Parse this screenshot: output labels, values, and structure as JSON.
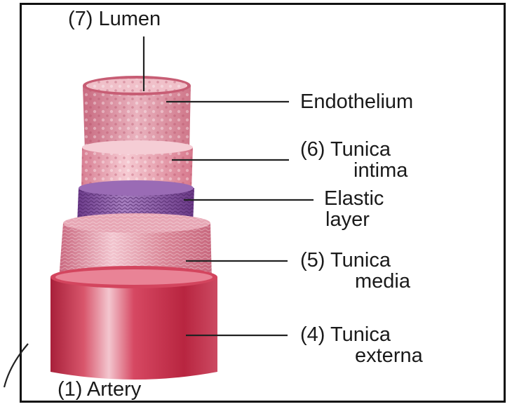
{
  "labels": {
    "lumen": "(7) Lumen",
    "endothelium": "Endothelium",
    "tunica_intima": [
      "(6) Tunica",
      "intima"
    ],
    "elastic_layer": [
      "Elastic",
      "layer"
    ],
    "tunica_media": [
      "(5) Tunica",
      "media"
    ],
    "tunica_externa": [
      "(4) Tunica",
      "externa"
    ],
    "artery": "(1) Artery"
  },
  "colors": {
    "text": "#1a1a1a",
    "leader_line": "#222222",
    "endothelium_layer": "#e7a0ad",
    "intima_layer": "#ec9aa6",
    "elastic_layer": "#8e5aa8",
    "media_layer": "#e39aa9",
    "externa_layer": "#c8364f"
  }
}
